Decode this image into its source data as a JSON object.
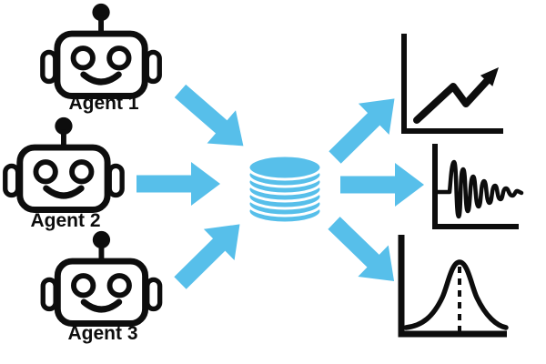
{
  "colors": {
    "background": "#ffffff",
    "accent": "#57bfea",
    "ink": "#0d0d0d"
  },
  "agents": [
    {
      "label": "Agent 1",
      "icon": "robot-icon"
    },
    {
      "label": "Agent 2",
      "icon": "robot-icon"
    },
    {
      "label": "Agent 3",
      "icon": "robot-icon"
    }
  ],
  "hub": {
    "icon": "database-stack-icon"
  },
  "outputs": [
    {
      "icon": "trend-line-chart-icon"
    },
    {
      "icon": "damped-oscillation-chart-icon"
    },
    {
      "icon": "bell-curve-chart-icon"
    }
  ],
  "flows": {
    "inbound_arrows": 3,
    "outbound_arrows": 3
  }
}
